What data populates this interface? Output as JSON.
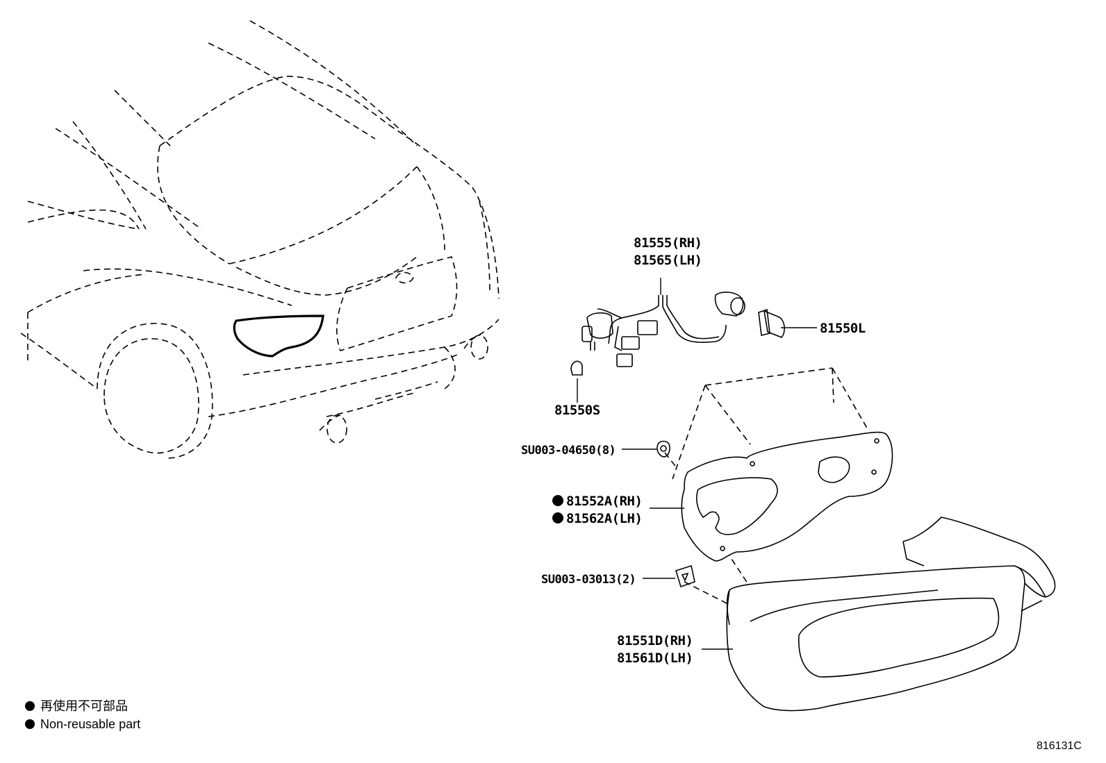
{
  "labels": {
    "harness_rh": "81555(RH)",
    "harness_lh": "81565(LH)",
    "bulb_l": "81550L",
    "bulb_s": "81550S",
    "screw_nut": "SU003-04650(8)",
    "gasket_rh": "81552A(RH)",
    "gasket_lh": "81562A(LH)",
    "clip": "SU003-03013(2)",
    "lamp_rh": "81551D(RH)",
    "lamp_lh": "81561D(LH)"
  },
  "legend": {
    "japanese": "再使用不可部品",
    "english": "Non-reusable part"
  },
  "reference_code": "816131C"
}
